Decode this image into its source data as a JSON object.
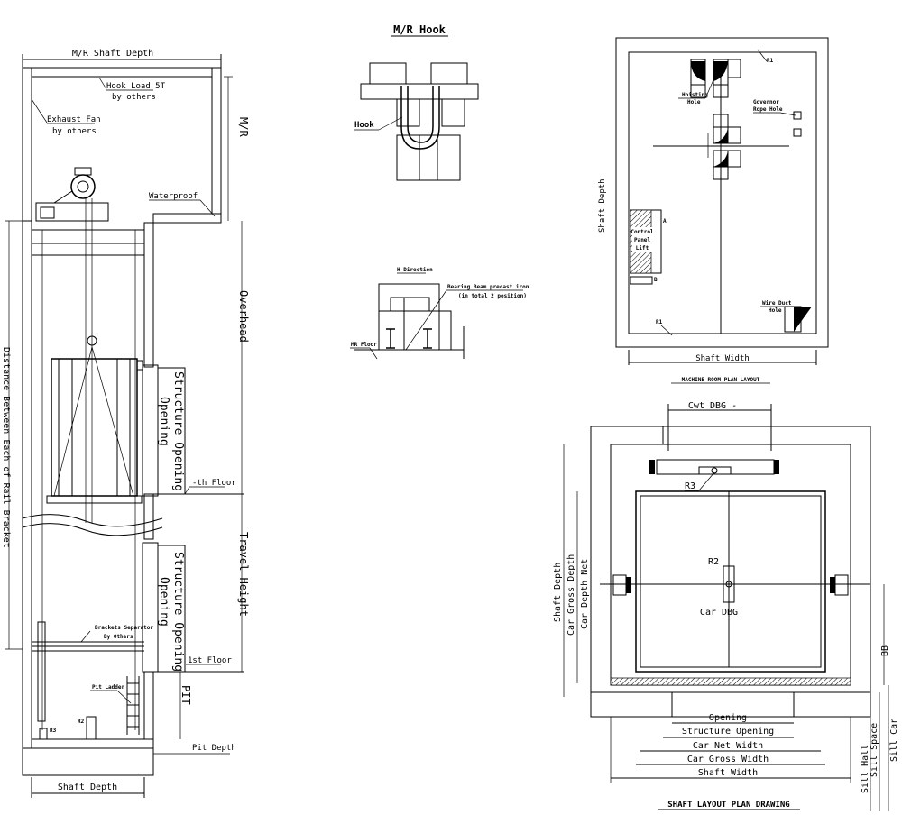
{
  "elevation": {
    "mr_shaft_depth": "M/R Shaft Depth",
    "hook_load": "Hook Load 5T",
    "hook_by": "by others",
    "exhaust_fan": "Exhaust Fan",
    "exhaust_by": "by others",
    "mr": "M/R",
    "waterproof": "Waterproof",
    "overhead": "Overhead",
    "structure_opening_label": "Structure Opening",
    "opening_label": "Opening",
    "th_floor": "-th Floor",
    "travel_height": "Travel Height",
    "brackets_separator": "Brackets Separator",
    "brackets_by": "By Others",
    "first_floor": "1st Floor",
    "pit_ladder": "Pit Ladder",
    "pit": "PIT",
    "r3": "R3",
    "r2": "R2",
    "pit_depth": "Pit Depth",
    "shaft_depth": "Shaft Depth",
    "rail_bracket_distance": "Distance Between Each of Rail Bracket"
  },
  "hook_detail": {
    "title": "M/R Hook",
    "hook": "Hook"
  },
  "h_direction": {
    "title": "H Direction",
    "bearing_beam": "Bearing Beam precast iron",
    "bearing_note": "(in total 2 position)",
    "mr_floor": "MR Floor"
  },
  "machine_room_plan": {
    "title": "MACHINE ROOM PLAN LAYOUT",
    "r1_top": "R1",
    "r1_bottom": "R1",
    "hoisting_hole": "Hoisting",
    "hoisting_hole2": "Hole",
    "governor": "Governor",
    "governor2": "Rope Hole",
    "control_panel": "Control",
    "control_panel2": "Panel",
    "control_panel3": "Lift",
    "marker_a": "A",
    "marker_b": "B",
    "wire_duct": "Wire Duct",
    "wire_duct2": "Hole",
    "shaft_depth": "Shaft Depth",
    "shaft_width": "Shaft Width"
  },
  "shaft_plan": {
    "title": "SHAFT LAYOUT PLAN DRAWING",
    "cwt_dbg": "Cwt DBG -",
    "r3": "R3",
    "r2": "R2",
    "car_dbg": "Car DBG",
    "shaft_depth": "Shaft Depth",
    "car_gross_depth": "Car Gross Depth",
    "car_depth_net": "Car Depth Net",
    "bb": "BB",
    "opening": "Opening",
    "structure_opening": "Structure Opening",
    "car_net_width": "Car Net Width",
    "car_gross_width": "Car Gross Width",
    "shaft_width": "Shaft Width",
    "sill_hall": "Sill Hall",
    "sill_space": "Sill Space",
    "sill_car": "Sill Car"
  }
}
